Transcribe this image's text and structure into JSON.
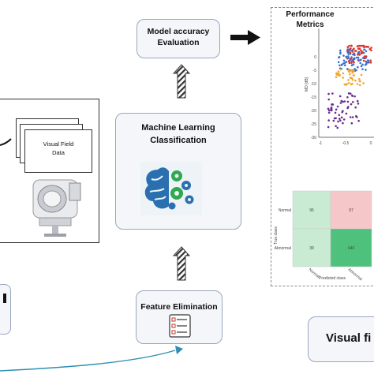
{
  "model_box": {
    "line1": "Model accuracy",
    "line2": "Evaluation"
  },
  "ml_box": {
    "line1": "Machine Learning",
    "line2": "Classification"
  },
  "feature_box": {
    "label": "Feature Elimination"
  },
  "visual_field_card": {
    "line1": "Visual Field",
    "line2": "Data"
  },
  "performance": {
    "line1": "Performance",
    "line2": "Metrics"
  },
  "visual_fi_box": {
    "label": "Visual fi"
  },
  "scatter": {
    "ylabel": "MD [dB]",
    "yticks": [
      "0",
      "-5",
      "-10",
      "-15",
      "-20",
      "-25",
      "-30"
    ],
    "xticks": [
      "-1",
      "-0.5",
      "0"
    ]
  },
  "confusion": {
    "ylabel": "True class",
    "xlabel": "Predicted class",
    "rows": [
      "Normal",
      "Abnormal"
    ],
    "cols": [
      "Normal",
      "Abnormal"
    ],
    "cells": [
      [
        "95",
        "97"
      ],
      [
        "39",
        "44€"
      ]
    ],
    "colors": {
      "light_green": "#c9ead3",
      "pink": "#f6c7c8",
      "dark_green": "#4ec27d"
    }
  },
  "colors": {
    "box_border": "#9aa6bd",
    "box_fill": "#f4f6fa",
    "arrow": "#111111",
    "curve": "#2f8fb3"
  }
}
